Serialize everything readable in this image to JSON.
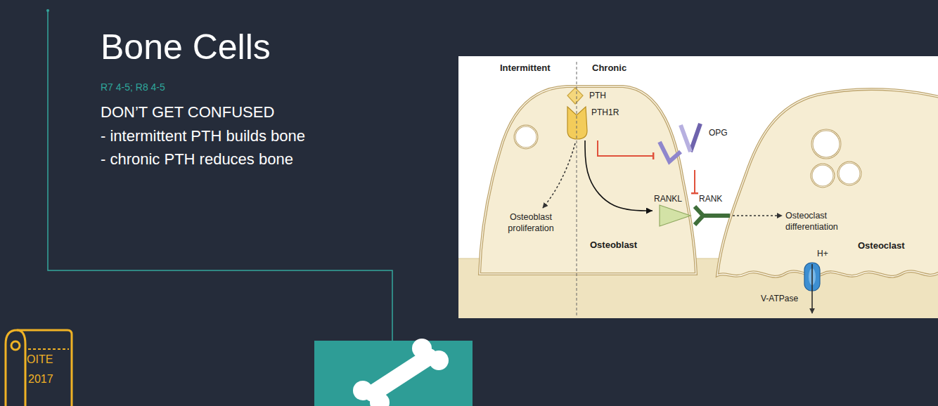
{
  "diagram": {
    "title": "Bone Cells",
    "nodes": [
      {
        "text": [
          "PTH"
        ]
      },
      {
        "text": [
          "PTH1R"
        ]
      },
      {
        "text": [
          "OPG"
        ]
      },
      {
        "text": [
          "RANKL"
        ]
      },
      {
        "text": [
          "RANK"
        ]
      },
      {
        "text": [
          "Osteoblast"
        ]
      },
      {
        "text": [
          "Osteoclast"
        ]
      },
      {
        "text": [
          "V-ATPase"
        ]
      }
    ],
    "edges": [
      {
        "from": 1,
        "to": 3,
        "arrow": "to"
      },
      {
        "from": 1,
        "to": 2,
        "arrow": "to"
      },
      {
        "from": 2,
        "to": 4,
        "arrow": "to"
      }
    ],
    "labels": [
      "R7 4-5; R8 4-5",
      "DON’T GET CONFUSED",
      "- intermittent PTH builds bone",
      "- chronic PTH reduces bone",
      "Intermittent",
      "Chronic",
      "Osteoblast proliferation",
      "Osteoclast differentiation",
      "H+",
      "OITE",
      "2017"
    ]
  }
}
